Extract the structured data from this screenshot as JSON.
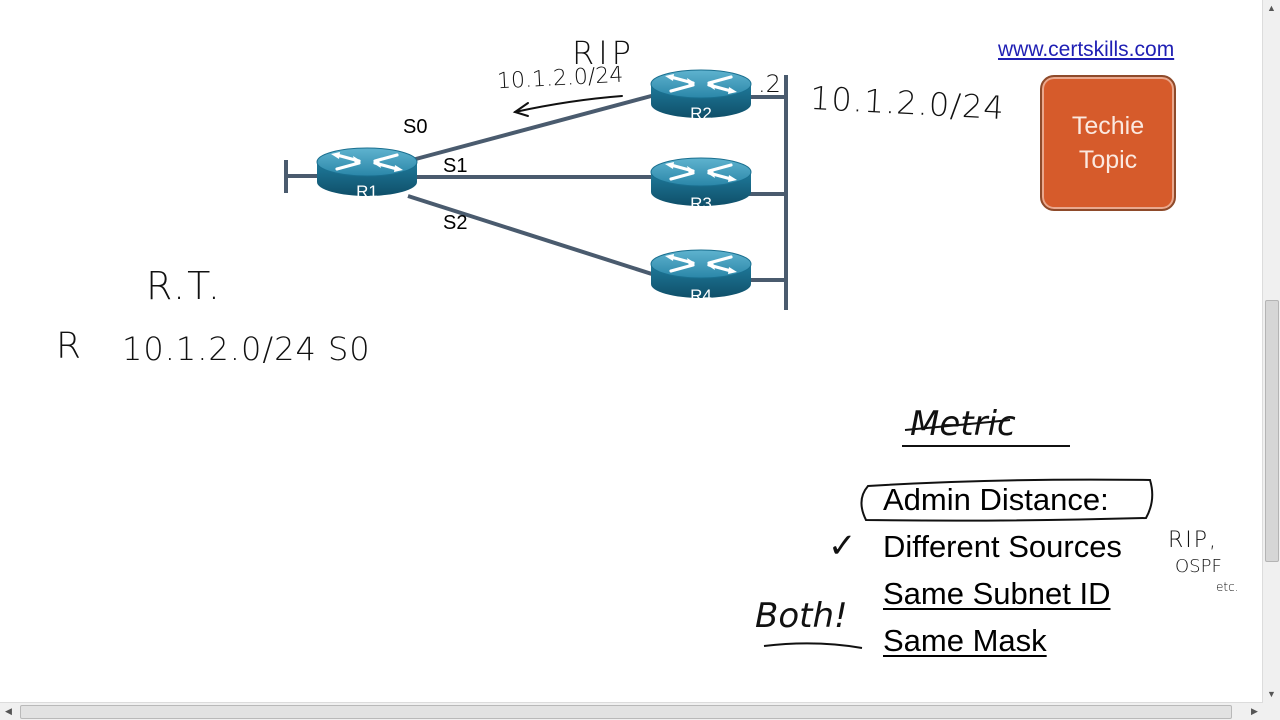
{
  "website": "www.certskills.com",
  "badge": {
    "line1": "Techie",
    "line2": "Topic"
  },
  "routers": [
    {
      "name": "R1"
    },
    {
      "name": "R2"
    },
    {
      "name": "R3"
    },
    {
      "name": "R4"
    }
  ],
  "interfaces": {
    "s0": "S0",
    "s1": "S1",
    "s2": "S2"
  },
  "annotations": {
    "rip": "RIP",
    "rip_route": "10.1.2.0/24",
    "host_dot2": ".2",
    "lan_subnet": "10.1.2.0/24",
    "rt": "R.T.",
    "route_code": "R",
    "route_entry": "10.1.2.0/24  S0",
    "metric": "Metric",
    "rip_ospf_1": "RIP,",
    "rip_ospf_2": "OSPF",
    "rip_ospf_3": "etc.",
    "both": "Both!",
    "check": "✓"
  },
  "bullets": {
    "admin_distance": "Admin Distance:",
    "different_sources": "Different Sources",
    "same_subnet": "Same Subnet ID",
    "same_mask": "Same Mask"
  },
  "colors": {
    "router_body": "#1a6f8f",
    "link": "#4a5b6e",
    "badge": "#d65b2b",
    "link_text": "#1f1fb4"
  }
}
